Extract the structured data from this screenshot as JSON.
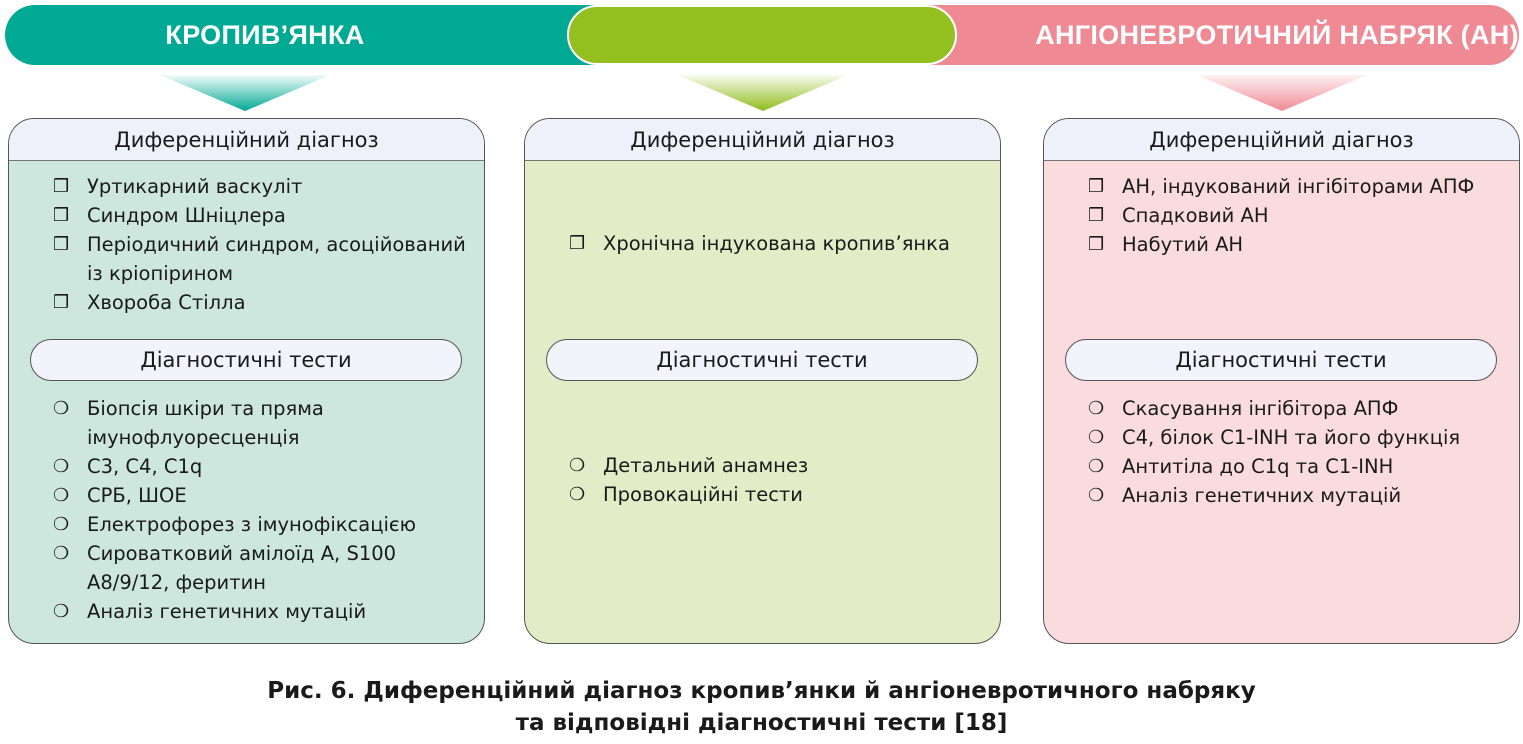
{
  "headers": {
    "urticaria": "КРОПИВ’ЯНКА",
    "middle": "",
    "angioedema": "АНГІОНЕВРОТИЧНИЙ НАБРЯК (АН)"
  },
  "colors": {
    "teal": "#00a994",
    "green": "#93c01f",
    "pink": "#ef8a95"
  },
  "icons": {
    "diagnosis_bullet": "shadowed-square-icon",
    "test_bullet": "shadowed-circle-icon"
  },
  "panels": [
    {
      "diff_title": "Диференційний діагноз",
      "tests_title": "Діагностичні тести",
      "diff": [
        "Уртикарний васкуліт",
        "Синдром Шніцлера",
        "Періодичний синдром, асоційований із кріопірином",
        "Хвороба Стілла"
      ],
      "tests": [
        "Біопсія шкіри та пряма імунофлуоресценція",
        "С3, С4, С1q",
        "СРБ, ШОЕ",
        "Електрофорез з імунофіксацією",
        "Сироватковий амілоїд А, S100 А8/9/12, феритин",
        "Аналіз генетичних мутацій"
      ]
    },
    {
      "diff_title": "Диференційний діагноз",
      "tests_title": "Діагностичні тести",
      "diff": [
        "Хронічна індукована кропив’янка"
      ],
      "tests": [
        "Детальний анамнез",
        "Провокаційні тести"
      ]
    },
    {
      "diff_title": "Диференційний діагноз",
      "tests_title": "Діагностичні тести",
      "diff": [
        "АН, індукований інгібіторами АПФ",
        "Спадковий АН",
        "Набутий АН"
      ],
      "tests": [
        "Скасування інгібітора АПФ",
        "С4, білок С1-INH та його функція",
        "Антитіла до С1q та С1-INH",
        "Аналіз генетичних мутацій"
      ]
    }
  ],
  "caption": {
    "line1": "Рис. 6. Диференційний діагноз кропив’янки й ангіоневротичного набряку",
    "line2": "та відповідні діагностичні тести [18]"
  }
}
